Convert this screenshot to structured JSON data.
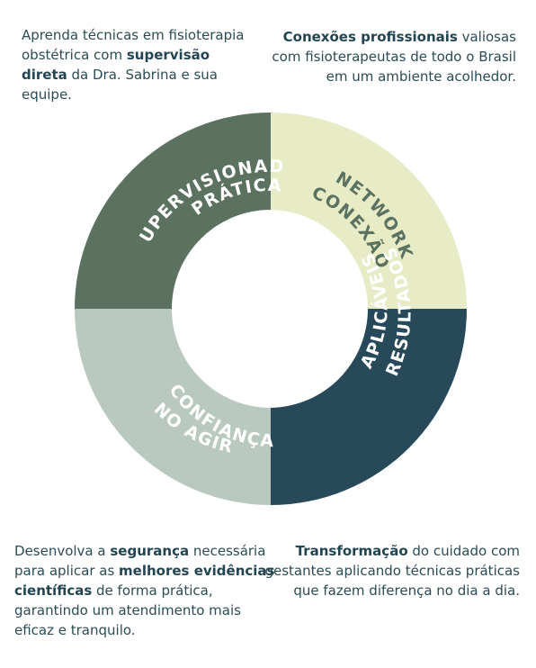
{
  "notes": {
    "top_left": {
      "pre": "Aprenda técnicas em fisioterapia obstétrica com ",
      "bold": "supervisão direta",
      "post": " da Dra. Sabrina e sua equipe."
    },
    "top_right": {
      "bold": "Conexões profissionais",
      "post": " valiosas com fisioterapeutas de todo o Brasil em um ambiente acolhedor."
    },
    "bottom_left": {
      "pre": "Desenvolva a ",
      "bold1": "segurança",
      "mid": " necessária para aplicar as ",
      "bold2": "melhores evidências científicas",
      "post": " de forma prática, garantindo um atendimento mais eficaz e tranquilo."
    },
    "bottom_right": {
      "bold": "Transformação",
      "post": " do cuidado com gestantes aplicando técnicas práticas que fazem diferença no dia a dia."
    }
  },
  "segments": [
    {
      "id": "pratica",
      "line1": "PRÁTICA",
      "line2": "SUPERVISIONADA",
      "fill": "#5c7261",
      "text_color": "#ffffff"
    },
    {
      "id": "conexao",
      "line1": "CONEXÃO",
      "line2": "NETWORK",
      "fill": "#e8ecc6",
      "text_color": "#5c7261"
    },
    {
      "id": "resultados",
      "line1": "RESULTADOS",
      "line2": "APLICÁVEIS",
      "fill": "#27495a",
      "text_color": "#ffffff"
    },
    {
      "id": "confianca",
      "line1": "CONFIANÇA",
      "line2": "NO AGIR",
      "fill": "#bac9bf",
      "text_color": "#ffffff"
    }
  ]
}
